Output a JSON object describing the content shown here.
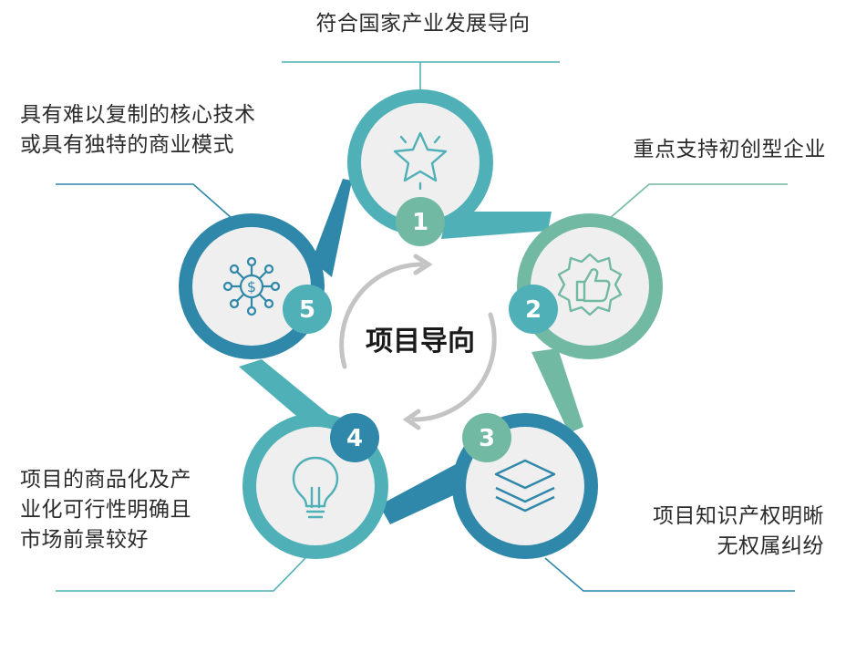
{
  "diagram": {
    "center_title": "项目导向",
    "items": [
      {
        "number": "1",
        "label": "符合国家产业发展导向",
        "icon": "star-icon",
        "color": "#4fb0b7"
      },
      {
        "number": "2",
        "label": "重点支持初创型企业",
        "icon": "thumbs-up-badge-icon",
        "color": "#72b9a4"
      },
      {
        "number": "3",
        "label": "项目知识产权明晰\n无权属纠纷",
        "icon": "layers-icon",
        "color": "#2f87aa"
      },
      {
        "number": "4",
        "label": "项目的商品化及产\n业化可行性明确且\n市场前景较好",
        "icon": "lightbulb-icon",
        "color": "#4fb0b7"
      },
      {
        "number": "5",
        "label": "具有难以复制的核心技术\n或具有独特的商业模式",
        "icon": "dollar-network-icon",
        "color": "#2f87aa"
      }
    ]
  },
  "colors": {
    "teal": "#4fb0b7",
    "green": "#72b9a4",
    "blue": "#2f87aa",
    "arrow_gray": "#c4c4c4",
    "circle_fill": "#efefef"
  }
}
